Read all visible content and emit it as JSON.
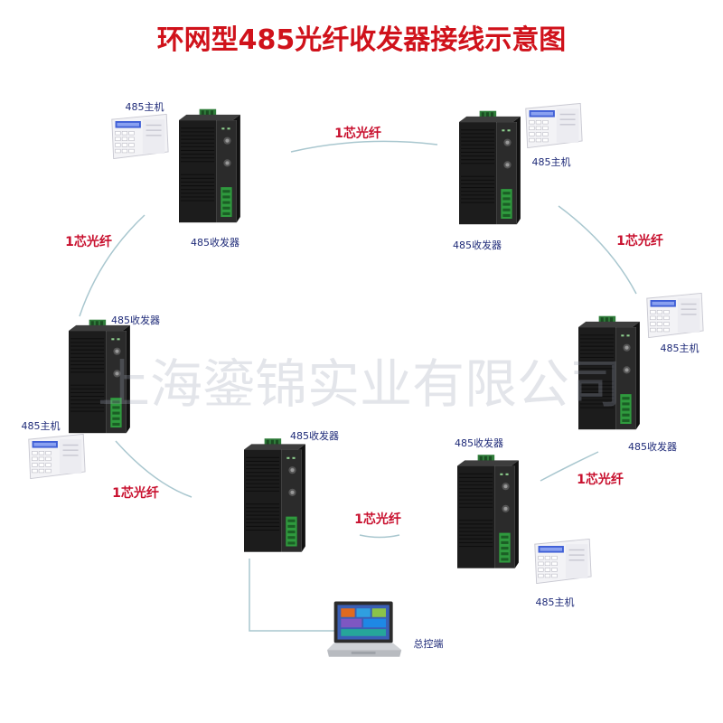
{
  "title": "环网型485光纤收发器接线示意图",
  "watermark": "上海鎏锦实业有限公司",
  "colors": {
    "title": "#d0121b",
    "fiber_label": "#c8102e",
    "device_label": "#1e2a78",
    "fiber_line": "#a9c7cf"
  },
  "diagram": {
    "nodes": [
      {
        "id": "transceiver-top-left",
        "label": "485收发器",
        "host": "485主机"
      },
      {
        "id": "transceiver-top-right",
        "label": "485收发器",
        "host": "485主机"
      },
      {
        "id": "transceiver-mid-left",
        "label": "485收发器",
        "host": "485主机"
      },
      {
        "id": "transceiver-mid-right",
        "label": "485收发器",
        "host": "485主机"
      },
      {
        "id": "transceiver-bottom-center",
        "label": "485收发器"
      },
      {
        "id": "transceiver-bottom-right",
        "label": "485收发器",
        "host": "485主机"
      }
    ],
    "links": [
      {
        "id": "link-top",
        "label": "1芯光纤"
      },
      {
        "id": "link-left-upper",
        "label": "1芯光纤"
      },
      {
        "id": "link-right-upper",
        "label": "1芯光纤"
      },
      {
        "id": "link-left-lower",
        "label": "1芯光纤"
      },
      {
        "id": "link-right-lower",
        "label": "1芯光纤"
      },
      {
        "id": "link-bottom",
        "label": "1芯光纤"
      }
    ],
    "control": {
      "label": "总控端"
    }
  }
}
